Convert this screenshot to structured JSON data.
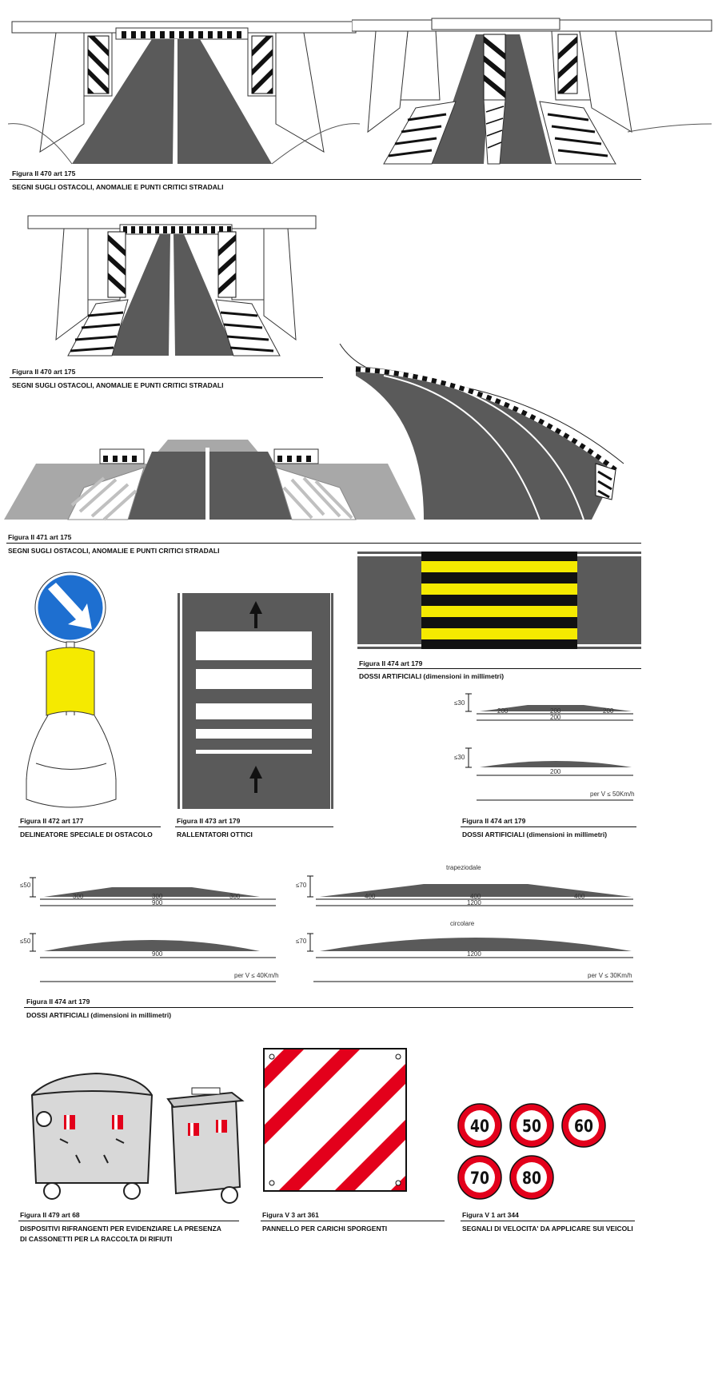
{
  "captions": {
    "f470a": {
      "title": "Figura II 470 art 175",
      "desc": "SEGNI SUGLI OSTACOLI, ANOMALIE E PUNTI CRITICI STRADALI"
    },
    "f470b": {
      "title": "Figura II 470 art 175",
      "desc": "SEGNI SUGLI OSTACOLI, ANOMALIE E PUNTI CRITICI STRADALI"
    },
    "f471": {
      "title": "Figura II 471 art 175",
      "desc": "SEGNI SUGLI OSTACOLI, ANOMALIE E PUNTI CRITICI STRADALI"
    },
    "f474top": {
      "title": "Figura II 474 art 179",
      "desc": "DOSSI ARTIFICIALI (dimensioni in millimetri)"
    },
    "f472": {
      "title": "Figura II 472 art 177",
      "desc": "DELINEATORE SPECIALE DI OSTACOLO"
    },
    "f473": {
      "title": "Figura II 473 art 179",
      "desc": "RALLENTATORI OTTICI"
    },
    "f474mid": {
      "title": "Figura II 474 art 179",
      "desc": "DOSSI ARTIFICIALI (dimensioni in millimetri)"
    },
    "f474big": {
      "title": "Figura II 474 art 179",
      "desc": "DOSSI ARTIFICIALI (dimensioni in millimetri)"
    },
    "f479": {
      "title": "Figura II 479 art 68",
      "desc1": "DISPOSITIVI RIFRANGENTI PER EVIDENZIARE LA PRESENZA",
      "desc2": "DI CASSONETTI PER LA RACCOLTA DI RIFIUTI"
    },
    "fv3": {
      "title": "Figura V 3 art 361",
      "desc": "PANNELLO PER CARICHI SPORGENTI"
    },
    "fv1": {
      "title": "Figura V 1 art 344",
      "desc": "SEGNALI DI VELOCITA' DA APPLICARE SUI VEICOLI"
    }
  },
  "bumps_small": {
    "h1": "≤30",
    "d1": "200",
    "d2": "200",
    "d3": "200",
    "total1": "200",
    "h2": "≤30",
    "total2": "200",
    "speed": "per V ≤ 50Km/h"
  },
  "bumps_40": {
    "h1": "≤50",
    "d1": "300",
    "d2": "300",
    "d3": "300",
    "total1": "900",
    "h2": "≤50",
    "total2": "900",
    "speed": "per V ≤ 40Km/h"
  },
  "bumps_30": {
    "label1": "trapeziodale",
    "label2": "circolare",
    "h1": "≤70",
    "d1": "400",
    "d2": "400",
    "d3": "400",
    "total1": "1200",
    "h2": "≤70",
    "total2": "1200",
    "speed": "per V ≤ 30Km/h"
  },
  "speed_signs": [
    "40",
    "50",
    "60",
    "70",
    "80"
  ],
  "colors": {
    "asphalt": "#5a5a5a",
    "yellow": "#f5ea00",
    "sign_blue": "#1e6fd0",
    "red": "#e3001b"
  }
}
